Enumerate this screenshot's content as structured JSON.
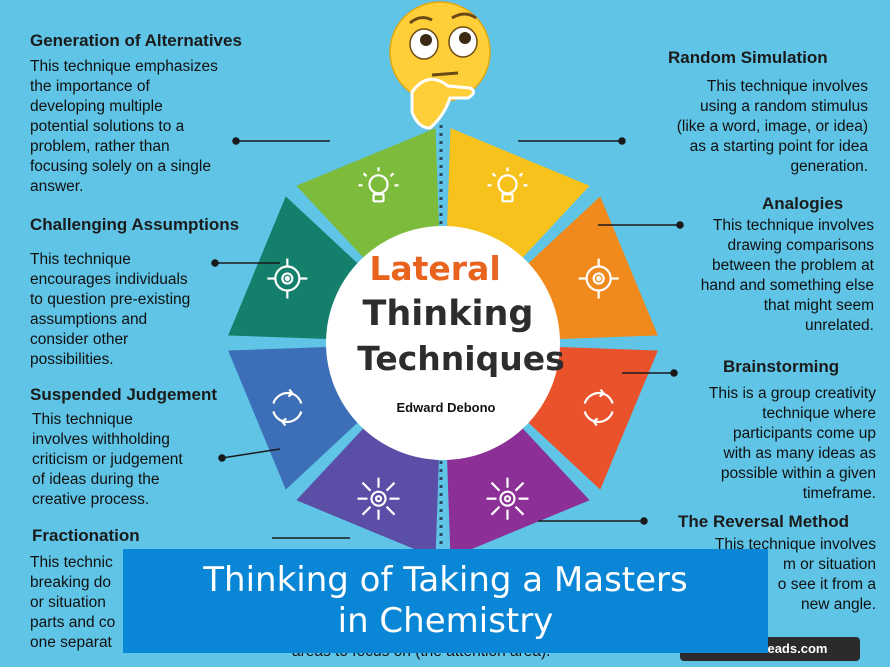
{
  "center": {
    "line1": "Lateral",
    "line2": "Thinking",
    "line3": "Techniques",
    "author": "Edward Debono"
  },
  "techniques": [
    {
      "title": "Generation of Alternatives",
      "lines": [
        "This technique emphasizes",
        "the importance of",
        "developing multiple",
        "potential solutions to a",
        "problem, rather than",
        "focusing solely on a single",
        "answer."
      ]
    },
    {
      "title": "Challenging Assumptions",
      "lines": [
        "This technique",
        "encourages individuals",
        "to question pre-existing",
        "assumptions and",
        "consider other",
        "possibilities."
      ]
    },
    {
      "title": "Suspended Judgement",
      "lines": [
        "This technique",
        "involves withholding",
        "criticism or judgement",
        "of ideas during the",
        "creative process."
      ]
    },
    {
      "title": "Fractionation",
      "lines": [
        "This technic",
        "breaking do",
        "or situation",
        "parts and co",
        "one separat"
      ]
    },
    {
      "title": "Random Simulation",
      "lines": [
        "This technique involves",
        "using a random stimulus",
        "(like a word, image, or idea)",
        "as a starting point for idea",
        "generation."
      ]
    },
    {
      "title": "Analogies",
      "lines": [
        "This technique involves",
        "drawing comparisons",
        "between the problem at",
        "hand and something else",
        "that might seem",
        "unrelated."
      ]
    },
    {
      "title": "Brainstorming",
      "lines": [
        "This is a group creativity",
        "technique where",
        "participants come up",
        "with as many ideas as",
        "possible within a given",
        "timeframe."
      ]
    },
    {
      "title": "The Reversal Method",
      "lines": [
        "This technique involves",
        "m or situation",
        "o see it from a",
        "new angle."
      ]
    }
  ],
  "bottom_fragment": "areas to focus on (the attention area).",
  "site_badge": "…cssedreads.com",
  "banner": {
    "line1": "Thinking of Taking a Masters",
    "line2": "in Chemistry"
  },
  "colors": {
    "background": "#5fc4e6",
    "segment_green": "#7dbb3c",
    "segment_yellow": "#f6c21b",
    "segment_orange": "#f08a1c",
    "segment_red_orange": "#e9522a",
    "segment_purple": "#8c2f96",
    "segment_violet": "#5a4ea6",
    "segment_blue": "#3c6fb8",
    "segment_teal": "#14806b",
    "banner": "#0a86d6"
  },
  "icons": {
    "top_left": "lightbulb-icon",
    "top_right": "lightbulb-icon",
    "left_upper": "target-icon",
    "right_upper": "target-icon",
    "left_lower": "cycle-arrows-icon",
    "right_lower": "cycle-arrows-icon",
    "bottom_left": "gear-arrows-icon",
    "bottom_right": "gear-arrows-icon",
    "emoji": "thinking-face-icon"
  }
}
